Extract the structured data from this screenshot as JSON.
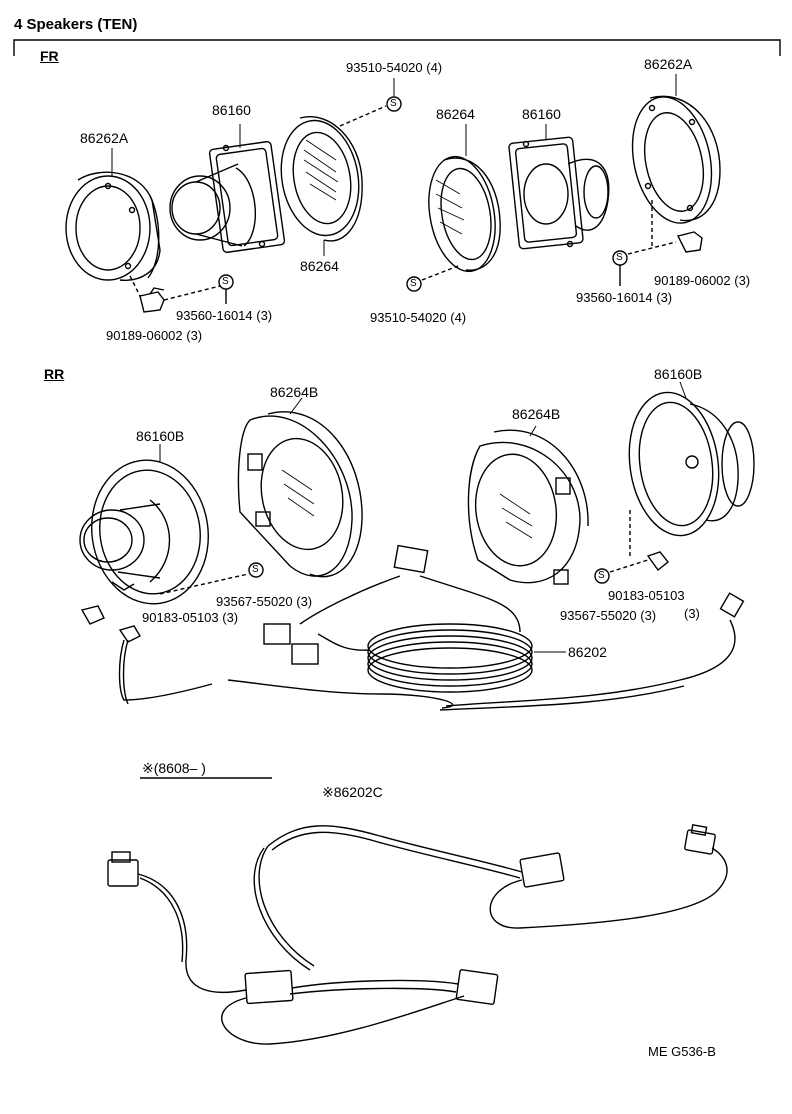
{
  "header": {
    "title": "4  Speakers  (TEN)"
  },
  "sections": {
    "front": "FR",
    "rear": "RR"
  },
  "front": {
    "left_bracket": "86262A",
    "left_speaker": "86160",
    "left_grille": "86264",
    "top_screw": "93510-54020 (4)",
    "left_screw": "93560-16014 (3)",
    "left_clip": "90189-06002 (3)",
    "right_grille": "86264",
    "right_speaker": "86160",
    "right_bracket": "86262A",
    "bottom_screw": "93510-54020 (4)",
    "right_clip": "90189-06002 (3)",
    "right_screw": "93560-16014 (3)"
  },
  "rear": {
    "left_speaker": "86160B",
    "left_grille": "86264B",
    "left_screw": "93567-55020 (3)",
    "left_nut": "90183-05103 (3)",
    "right_grille": "86264B",
    "right_speaker": "86160B",
    "right_nut": "90183-05103",
    "right_nut_qty": "(3)",
    "right_screw": "93567-55020 (3)",
    "wire_harness": "86202"
  },
  "variant": {
    "range_label": "※(8608–        )",
    "harness_label": "※86202C"
  },
  "footer": {
    "code": "ME  G536-B"
  }
}
